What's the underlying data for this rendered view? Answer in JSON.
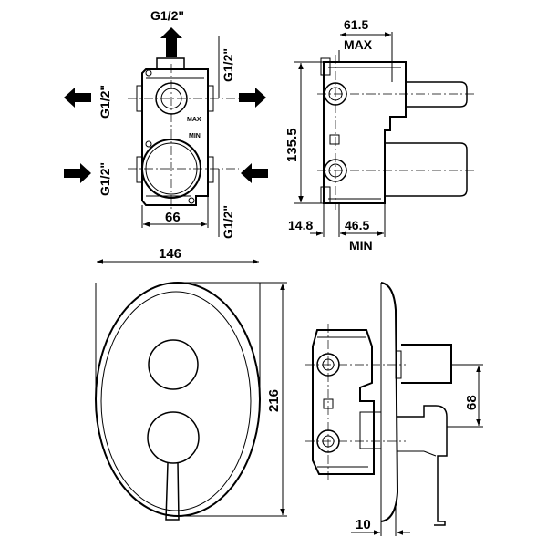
{
  "labels": {
    "thread_top": "G1/2\"",
    "thread_left_top": "G1/2\"",
    "thread_left_bottom": "G1/2\"",
    "thread_right_top": "G1/2\"",
    "thread_right_bottom": "G1/2\"",
    "max_mark": "MAX",
    "min_mark": "MIN",
    "dim_66": "66",
    "dim_61_5": "61.5",
    "dim_max": "MAX",
    "dim_135_5": "135.5",
    "dim_14_8": "14.8",
    "dim_46_5": "46.5",
    "dim_min": "MIN",
    "dim_146": "146",
    "dim_216": "216",
    "dim_68": "68",
    "dim_10": "10"
  },
  "colors": {
    "line": "#000000",
    "background": "#ffffff"
  }
}
